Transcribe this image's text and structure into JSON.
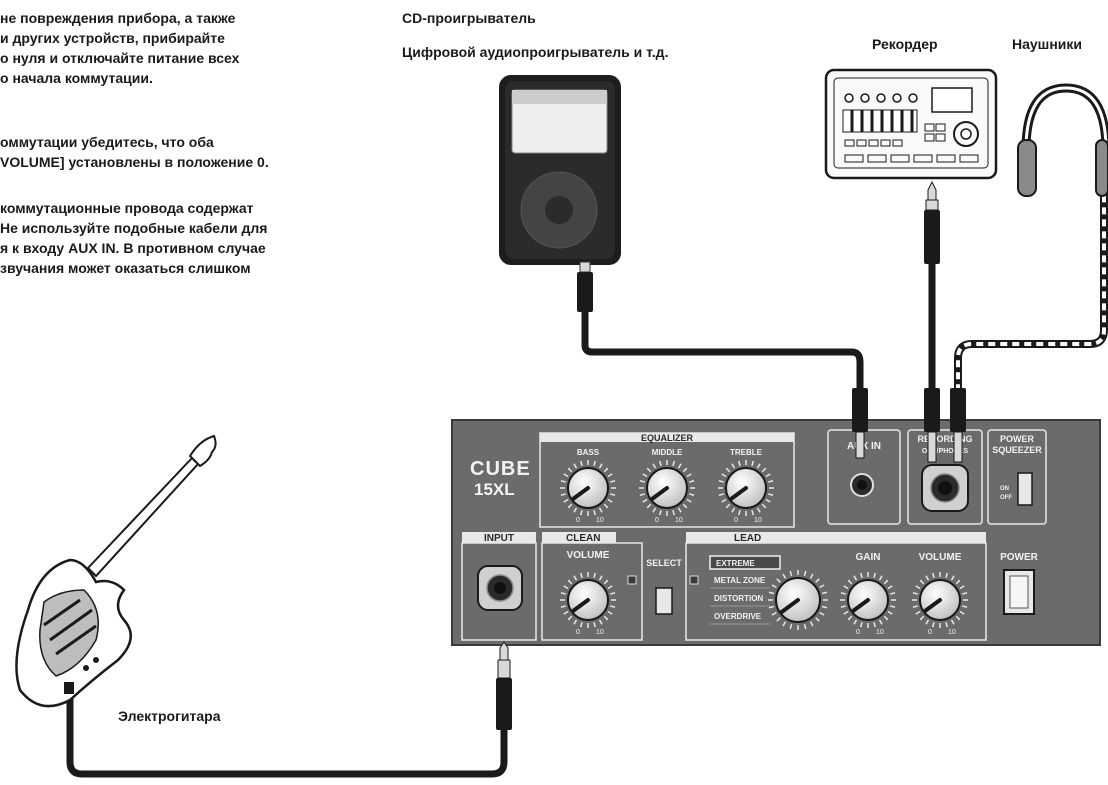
{
  "notes": {
    "p1": [
      "не повреждения прибора, а также",
      "и других устройств, прибирайте",
      "о нуля и отключайте питание всех",
      "о начала коммутации."
    ],
    "p2": [
      "оммутации убедитесь, что оба",
      "VOLUME] установлены в положение 0."
    ],
    "p3": [
      "коммутационные провода содержат",
      "Не используйте подобные кабели для",
      "я к входу AUX IN. В противном случае",
      "звучания может оказаться слишком"
    ]
  },
  "labels": {
    "cd_player": "CD-проигрыватель",
    "digital_player": "Цифровой аудиопроигрыватель и т.д.",
    "recorder": "Рекордер",
    "headphones": "Наушники",
    "guitar": "Электрогитара"
  },
  "amp": {
    "logo_line1": "CUBE",
    "logo_line2": "15XL",
    "equalizer": "EQUALIZER",
    "bass": "BASS",
    "middle": "MIDDLE",
    "treble": "TREBLE",
    "aux_in": "AUX IN",
    "recording_line1": "RECORDING",
    "recording_line2": "OUT/PHONES",
    "power_squeezer_line1": "POWER",
    "power_squeezer_line2": "SQUEEZER",
    "on": "ON",
    "off": "OFF",
    "input": "INPUT",
    "clean": "CLEAN",
    "clean_volume": "VOLUME",
    "select": "SELECT",
    "lead": "LEAD",
    "extreme": "EXTREME",
    "metal_zone": "METAL ZONE",
    "distortion": "DISTORTION",
    "overdrive": "OVERDRIVE",
    "gain": "GAIN",
    "lead_volume": "VOLUME",
    "power": "POWER",
    "scale_min": "0",
    "scale_max": "10"
  },
  "colors": {
    "panel": "#6b6b6b",
    "panel_dark": "#4a4a4a",
    "cable": "#1a1a1a",
    "plug_silver": "#d9d9d9"
  }
}
